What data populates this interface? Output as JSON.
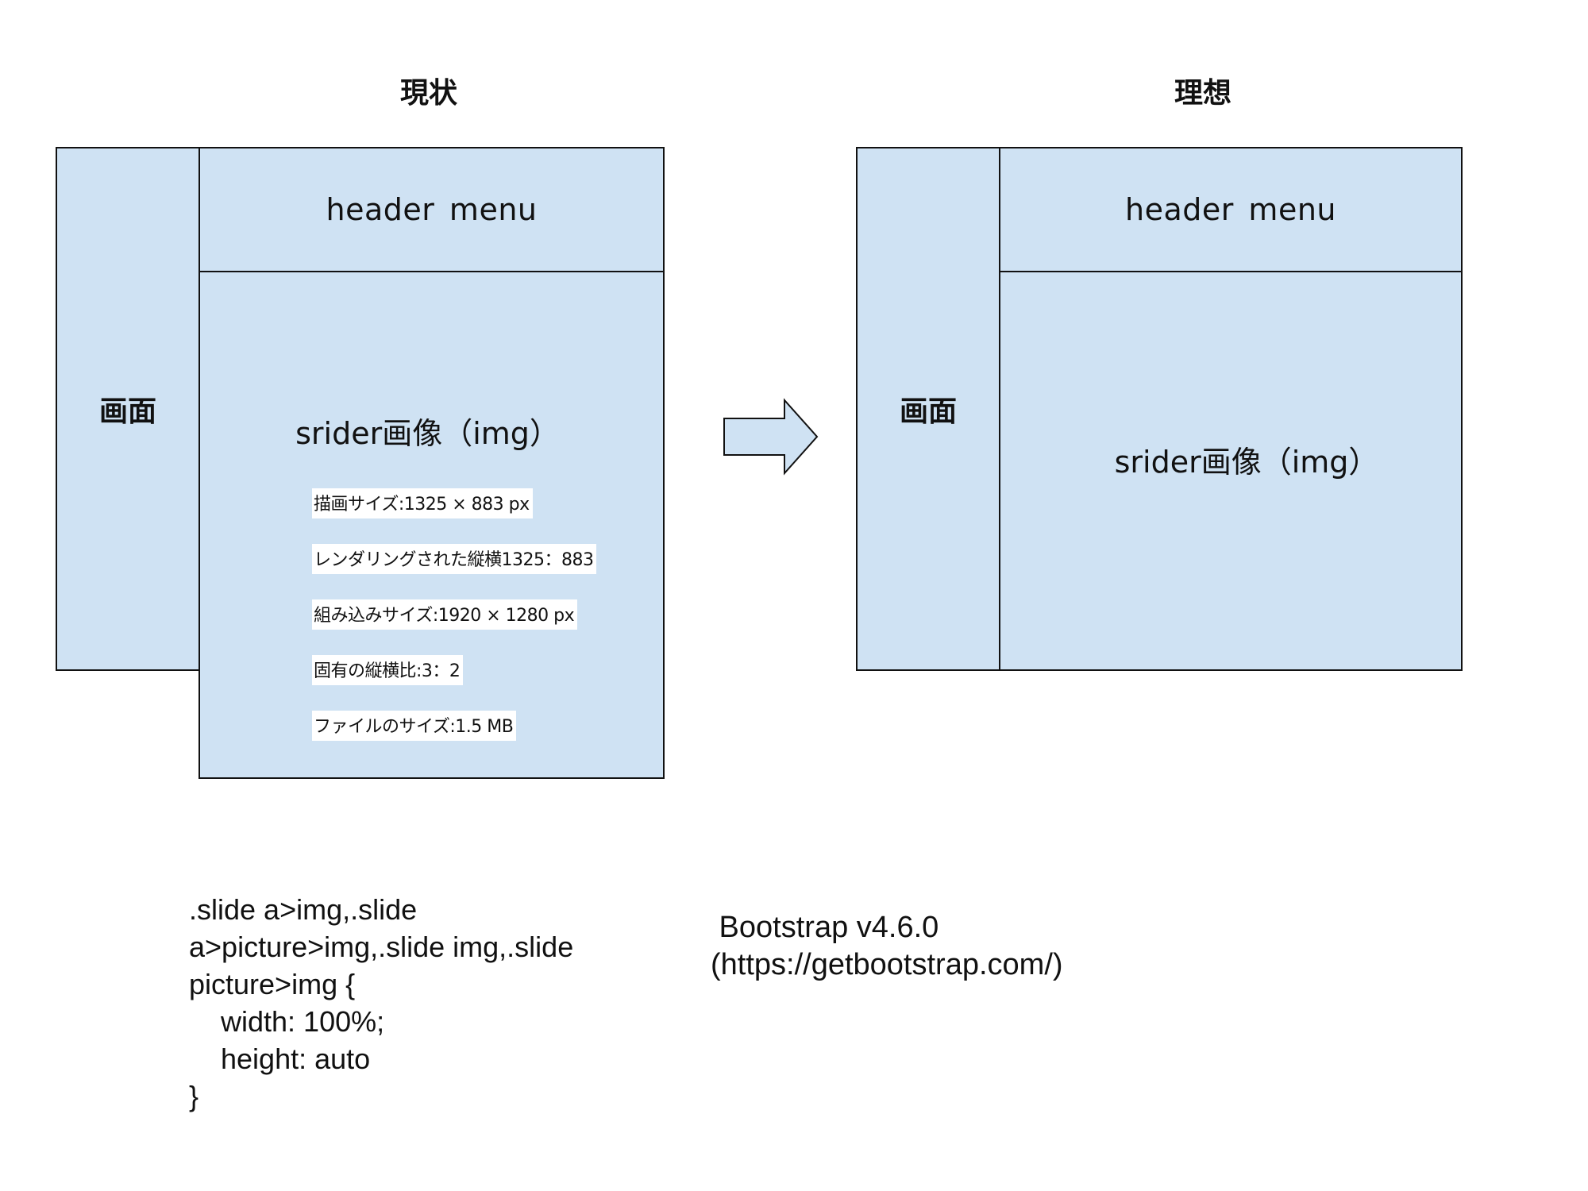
{
  "titles": {
    "current": "現状",
    "ideal": "理想"
  },
  "current": {
    "screen_label": "画面",
    "header_label": "header  menu",
    "slider_label": "srider画像（img）",
    "info": [
      "描画サイズ:1325 × 883 px",
      "レンダリングされた縦横1325：883",
      "組み込みサイズ:1920 × 1280 px",
      "固有の縦横比:3：2",
      "ファイルのサイズ:1.5 MB"
    ]
  },
  "ideal": {
    "screen_label": "画面",
    "header_label": "header  menu",
    "slider_label": "srider画像（img）"
  },
  "arrow": {
    "icon": "right-arrow-icon",
    "fill": "#cfe2f3"
  },
  "code_snippet": ".slide a>img,.slide\na>picture>img,.slide img,.slide\npicture>img {\n    width: 100%;\n    height: auto\n}",
  "bootstrap_note": " Bootstrap v4.6.0\n(https://getbootstrap.com/)",
  "colors": {
    "box_fill": "#cfe2f3",
    "stroke": "#111111",
    "background": "#ffffff"
  }
}
